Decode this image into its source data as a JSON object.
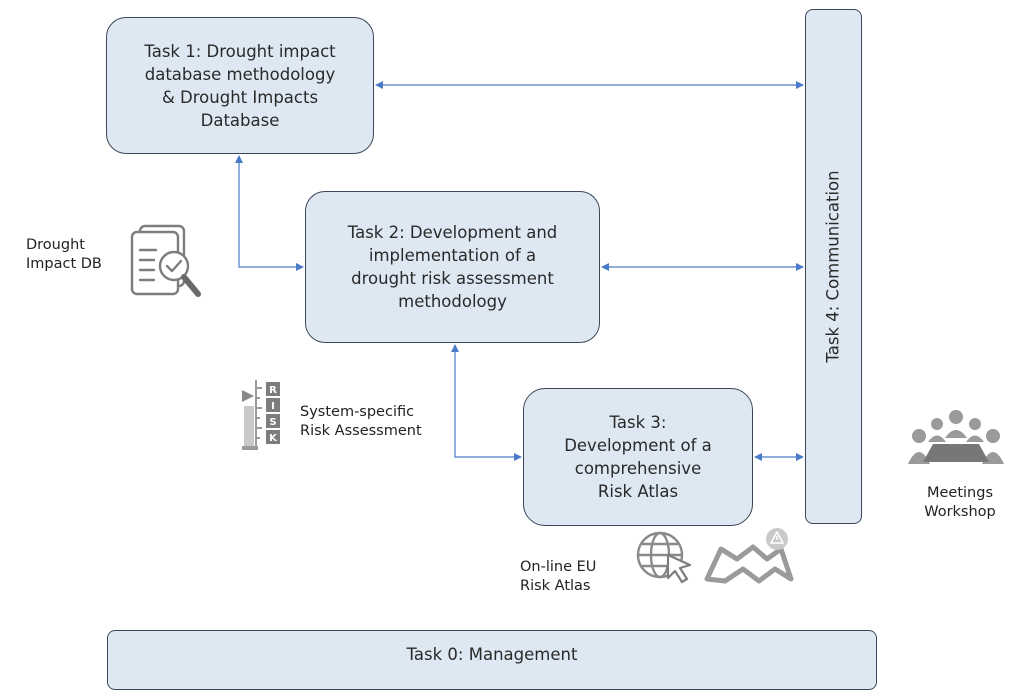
{
  "tasks": {
    "task1": "Task 1: Drought impact\ndatabase methodology\n& Drought Impacts\nDatabase",
    "task2": "Task 2: Development and\nimplementation of a\ndrought risk assessment\nmethodology",
    "task3": "Task 3:\nDevelopment of a\ncomprehensive\nRisk Atlas",
    "task4": "Task 4: Communication",
    "task0": "Task 0: Management"
  },
  "labels": {
    "drought_impact_db": "Drought\nImpact DB",
    "system_specific": "System-specific\nRisk Assessment",
    "online_atlas": "On-line EU\nRisk Atlas",
    "meetings": "Meetings\nWorkshop"
  },
  "icons": {
    "db": "clipboard-magnifier-icon",
    "risk": "risk-scale-icon",
    "globe": "globe-cursor-icon",
    "map": "map-warning-icon",
    "meeting": "meeting-people-icon"
  },
  "colors": {
    "box_fill": "#dde8f3",
    "box_border": "#3c4757",
    "arrow": "#4a7bc8",
    "icon": "#8c8c8c"
  }
}
